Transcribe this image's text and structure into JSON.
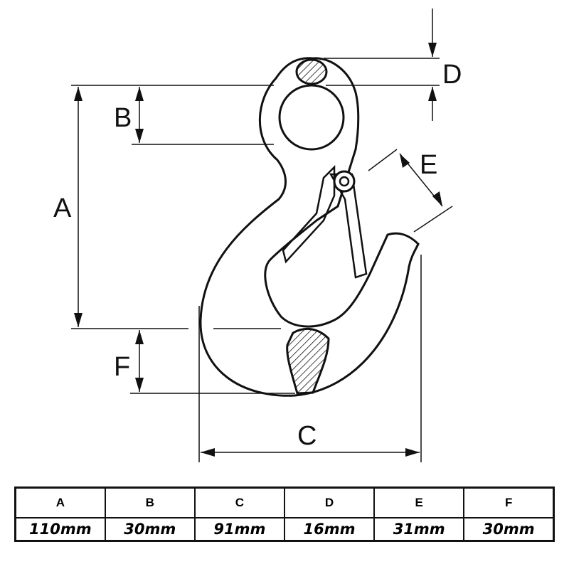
{
  "drawing": {
    "labels": {
      "A": "A",
      "B": "B",
      "C": "C",
      "D": "D",
      "E": "E",
      "F": "F"
    }
  },
  "table": {
    "headers": [
      "A",
      "B",
      "C",
      "D",
      "E",
      "F"
    ],
    "values": [
      "110mm",
      "30mm",
      "91mm",
      "16mm",
      "31mm",
      "30mm"
    ]
  }
}
